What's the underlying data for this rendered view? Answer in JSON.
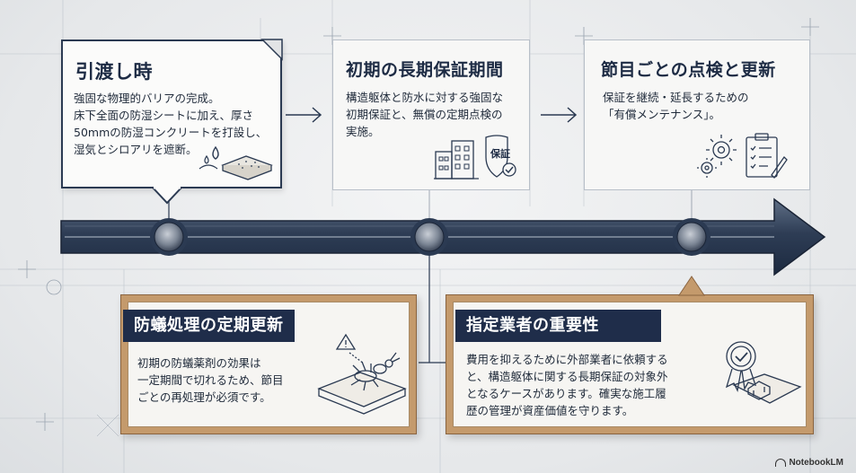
{
  "steps": [
    {
      "title": "引渡し時",
      "body": "強固な物理的バリアの完成。\n床下全面の防湿シートに加え、厚さ\n50mmの防湿コンクリートを打設し、\n湿気とシロアリを遮断。",
      "icon": "moisture-barrier-icon"
    },
    {
      "title": "初期の長期保証期間",
      "body": "構造躯体と防水に対する強固な\n初期保証と、無償の定期点検の\n実施。",
      "icon": "building-shield-icon",
      "badge": "保証"
    },
    {
      "title": "節目ごとの点検と更新",
      "body": "保証を継続・延長するための\n「有償メンテナンス」。",
      "icon": "gears-checklist-icon"
    }
  ],
  "notes": [
    {
      "title": "防蟻処理の定期更新",
      "body": "初期の防蟻薬剤の効果は\n一定期間で切れるため、節目\nごとの再処理が必須です。",
      "icon": "termite-warning-icon"
    },
    {
      "title": "指定業者の重要性",
      "body": "費用を抑えるために外部業者に依頼する\nと、構造躯体に関する長期保証の対象外\nとなるケースがあります。確実な施工履\n歴の管理が資産価値を守ります。",
      "icon": "certificate-house-icon"
    }
  ],
  "brand": "NotebookLM",
  "colors": {
    "navy": "#1f2d4a",
    "wood": "#c49a6c",
    "paper": "#f6f5f2"
  }
}
